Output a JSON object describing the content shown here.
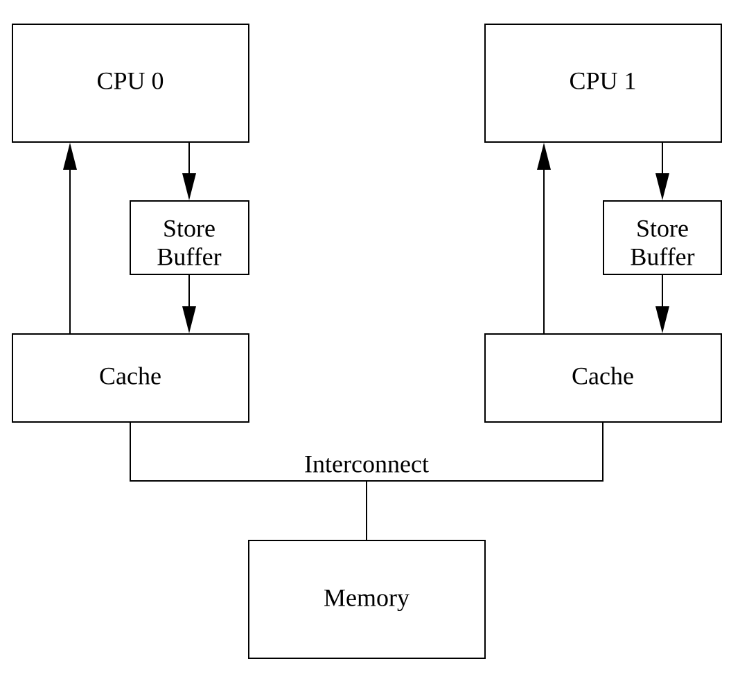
{
  "cpu0": {
    "label": "CPU 0"
  },
  "cpu1": {
    "label": "CPU 1"
  },
  "store_buffer0": {
    "line1": "Store",
    "line2": "Buffer"
  },
  "store_buffer1": {
    "line1": "Store",
    "line2": "Buffer"
  },
  "cache0": {
    "label": "Cache"
  },
  "cache1": {
    "label": "Cache"
  },
  "interconnect": {
    "label": "Interconnect"
  },
  "memory": {
    "label": "Memory"
  }
}
